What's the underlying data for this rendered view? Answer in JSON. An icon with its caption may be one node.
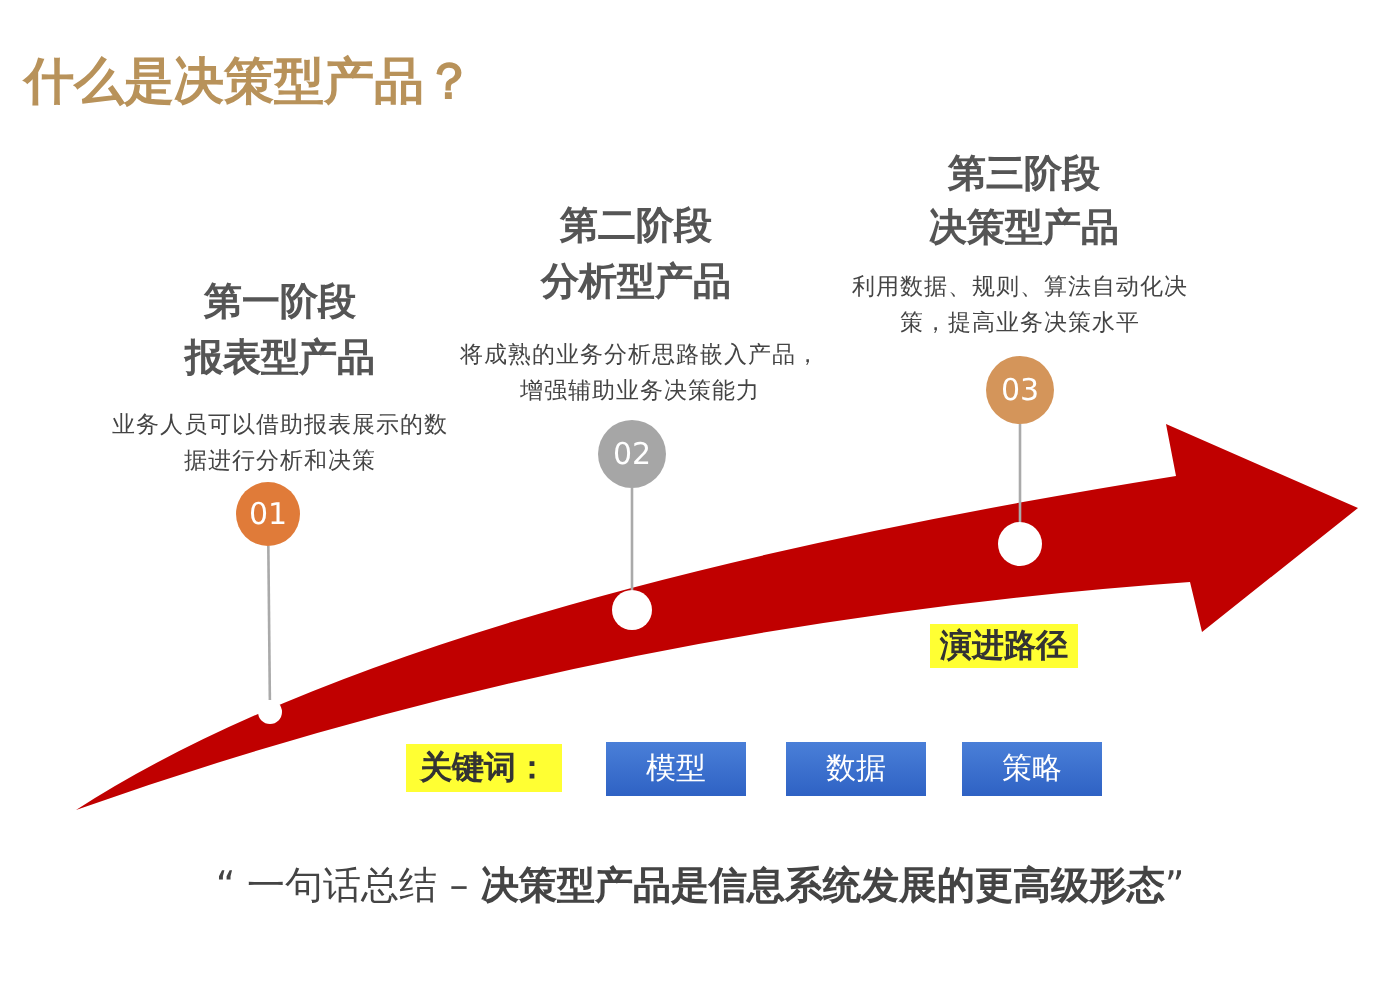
{
  "diagram": {
    "title": "什么是决策型产品？",
    "nodes": [
      {
        "text": [
          "01"
        ],
        "beside": [
          "第一阶段",
          "报表型产品",
          "业务人员可以借助报表展示的数据进行分析和决策"
        ]
      },
      {
        "text": [
          "02"
        ],
        "beside": [
          "第二阶段",
          "分析型产品",
          "将成熟的业务分析思路嵌入产品，增强辅助业务决策能力"
        ]
      },
      {
        "text": [
          "03"
        ],
        "beside": [
          "第三阶段",
          "决策型产品",
          "利用数据、规则、算法自动化决策，提高业务决策水平"
        ]
      },
      {
        "text": [],
        "shape": "circle"
      },
      {
        "text": [],
        "shape": "circle"
      },
      {
        "text": [],
        "shape": "circle"
      },
      {
        "text": [
          "模型"
        ]
      },
      {
        "text": [
          "数据"
        ]
      },
      {
        "text": [
          "策略"
        ]
      }
    ],
    "edges": [
      {
        "from": 0,
        "to": 3,
        "arrow": "none"
      },
      {
        "from": 1,
        "to": 4,
        "arrow": "none"
      },
      {
        "from": 2,
        "to": 5,
        "arrow": "none"
      }
    ],
    "labels": [
      "演进路径",
      "关键词：",
      "“ 一句话总结 – **决策型产品是信息系统发展的更高级形态**”"
    ]
  }
}
